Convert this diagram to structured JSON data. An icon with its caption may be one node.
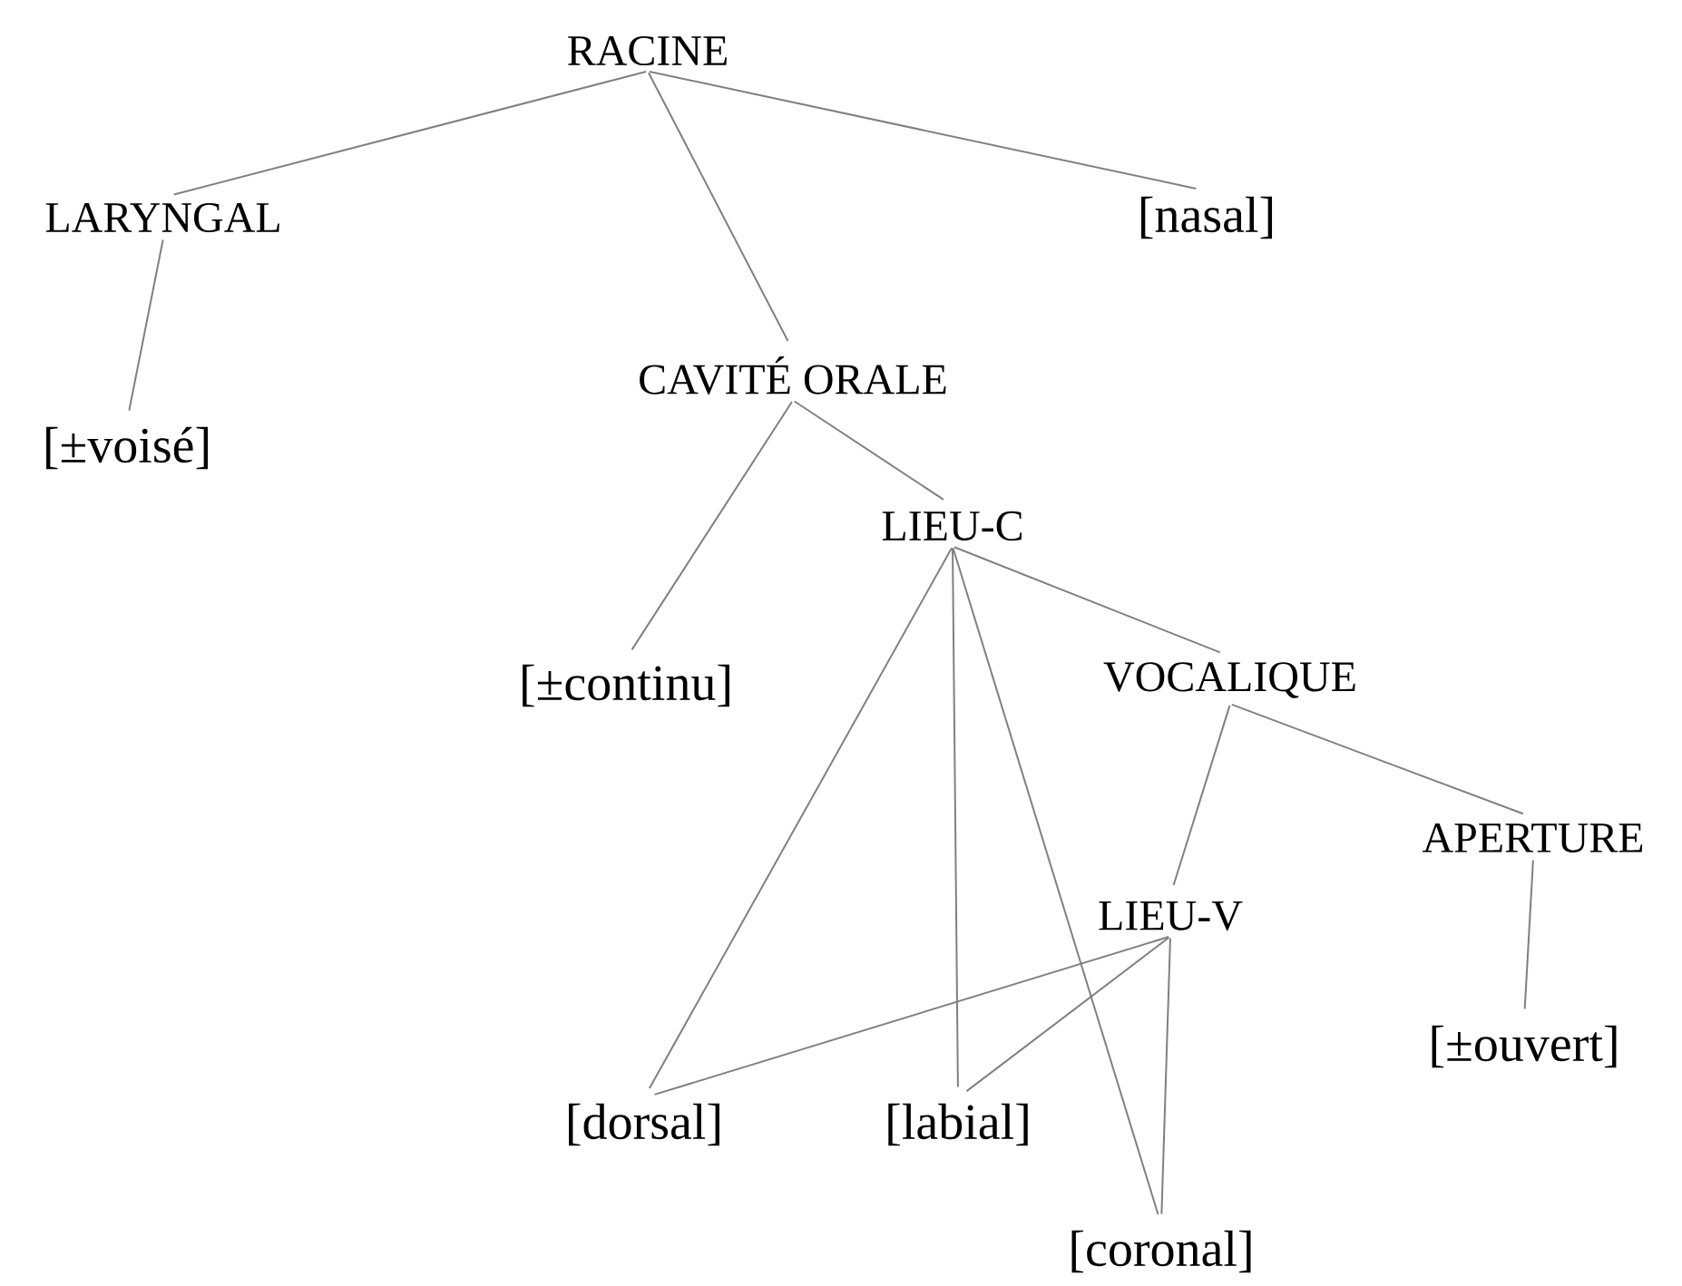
{
  "diagram": {
    "nodes": [
      {
        "text": [
          "RACINE"
        ]
      },
      {
        "text": [
          "LARYNGAL"
        ]
      },
      {
        "text": [
          "[nasal]"
        ]
      },
      {
        "text": [
          "[±voisé]"
        ]
      },
      {
        "text": [
          "CAVITÉ ORALE"
        ]
      },
      {
        "text": [
          "LIEU-C"
        ]
      },
      {
        "text": [
          "[±continu]"
        ]
      },
      {
        "text": [
          "VOCALIQUE"
        ]
      },
      {
        "text": [
          "APERTURE"
        ]
      },
      {
        "text": [
          "LIEU-V"
        ]
      },
      {
        "text": [
          "[dorsal]"
        ]
      },
      {
        "text": [
          "[labial]"
        ]
      },
      {
        "text": [
          "[±ouvert]"
        ]
      },
      {
        "text": [
          "[coronal]"
        ]
      }
    ],
    "edges": [
      {
        "from": 0,
        "to": 1,
        "arrow": "none"
      },
      {
        "from": 0,
        "to": 4,
        "arrow": "none"
      },
      {
        "from": 0,
        "to": 2,
        "arrow": "none"
      },
      {
        "from": 1,
        "to": 3,
        "arrow": "none"
      },
      {
        "from": 4,
        "to": 6,
        "arrow": "none"
      },
      {
        "from": 4,
        "to": 5,
        "arrow": "none"
      },
      {
        "from": 5,
        "to": 7,
        "arrow": "none"
      },
      {
        "from": 5,
        "to": 10,
        "arrow": "none"
      },
      {
        "from": 5,
        "to": 11,
        "arrow": "none"
      },
      {
        "from": 5,
        "to": 13,
        "arrow": "none"
      },
      {
        "from": 7,
        "to": 9,
        "arrow": "none"
      },
      {
        "from": 7,
        "to": 8,
        "arrow": "none"
      },
      {
        "from": 8,
        "to": 12,
        "arrow": "none"
      },
      {
        "from": 9,
        "to": 10,
        "arrow": "none"
      },
      {
        "from": 9,
        "to": 11,
        "arrow": "none"
      },
      {
        "from": 9,
        "to": 13,
        "arrow": "none"
      }
    ]
  }
}
